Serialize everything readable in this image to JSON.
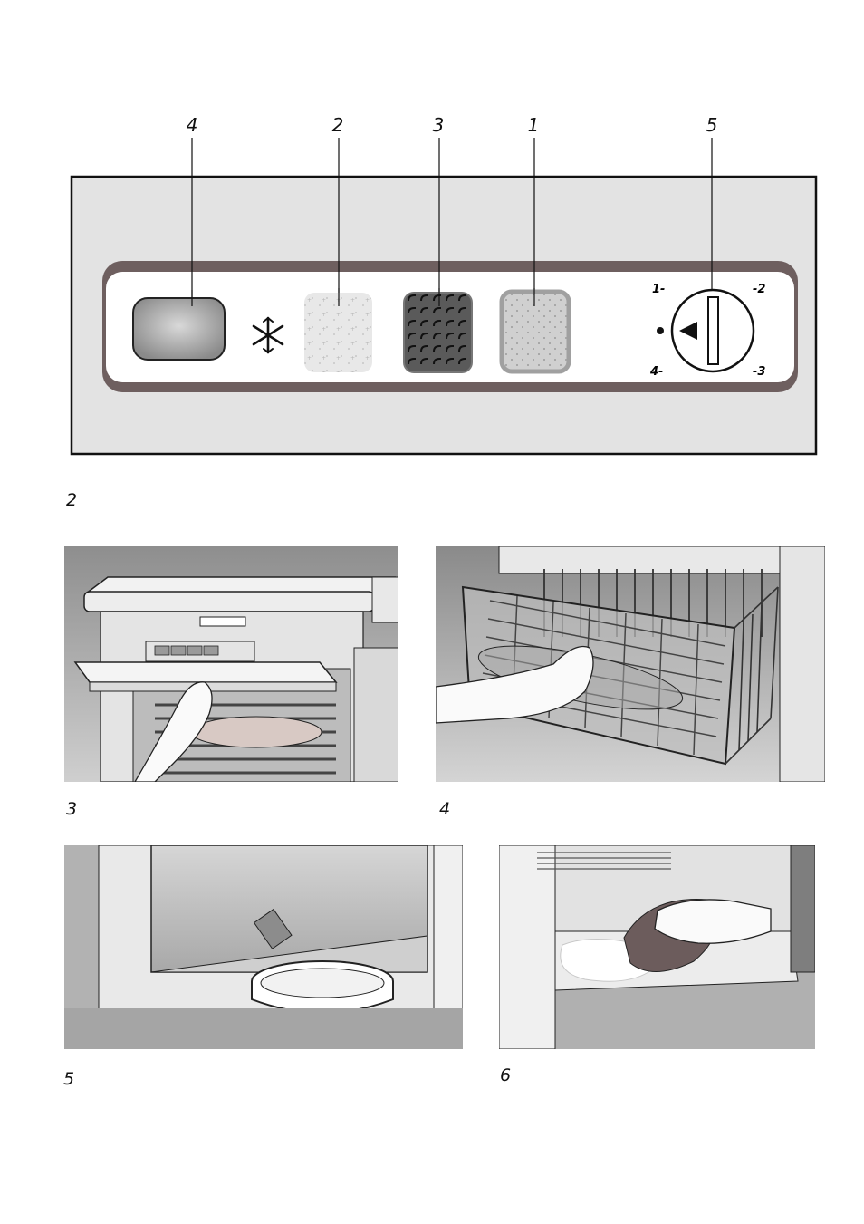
{
  "control_panel": {
    "callouts": [
      "4",
      "2",
      "3",
      "1",
      "5"
    ],
    "dial_marks": {
      "top_left": "1-",
      "top_right": "-2",
      "bottom_left": "4-",
      "bottom_right": "-3"
    },
    "figure_label": "2"
  },
  "illustrations": {
    "fig3_label": "3",
    "fig4_label": "4",
    "fig5_label": "5",
    "fig6_label": "6"
  }
}
